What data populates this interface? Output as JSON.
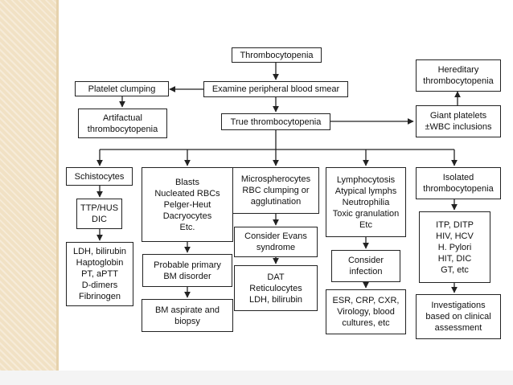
{
  "diagram": {
    "top": "Thrombocytopenia",
    "examine": "Examine peripheral blood smear",
    "platelet_clumping": "Platelet clumping",
    "artifactual": "Artifactual\nthrombocytopenia",
    "true_thrombo": "True thrombocytopenia",
    "hereditary": "Hereditary\nthrombocytopenia",
    "giant": "Giant platelets\n±WBC inclusions",
    "col1": {
      "a": "Schistocytes",
      "b": "TTP/HUS\nDIC",
      "c": "LDH, bilirubin\nHaptoglobin\nPT, aPTT\nD-dimers\nFibrinogen"
    },
    "col2": {
      "a": "Blasts\nNucleated RBCs\nPelger-Heut\nDacryocytes\nEtc.",
      "b": "Probable primary\nBM disorder",
      "c": "BM aspirate and\nbiopsy"
    },
    "col3": {
      "a": "Microspherocytes\nRBC clumping or\nagglutination",
      "b": "Consider Evans\nsyndrome",
      "c": "DAT\nReticulocytes\nLDH, bilirubin"
    },
    "col4": {
      "a": "Lymphocytosis\nAtypical lymphs\nNeutrophilia\nToxic granulation\nEtc",
      "b": "Consider\ninfection",
      "c": "ESR, CRP, CXR,\nVirology, blood\ncultures, etc"
    },
    "col5": {
      "a": "Isolated\nthrombocytopenia",
      "b": "ITP, DITP\nHIV, HCV\nH. Pylori\nHIT, DIC\nGT, etc",
      "c": "Investigations\nbased on clinical\nassessment"
    }
  }
}
